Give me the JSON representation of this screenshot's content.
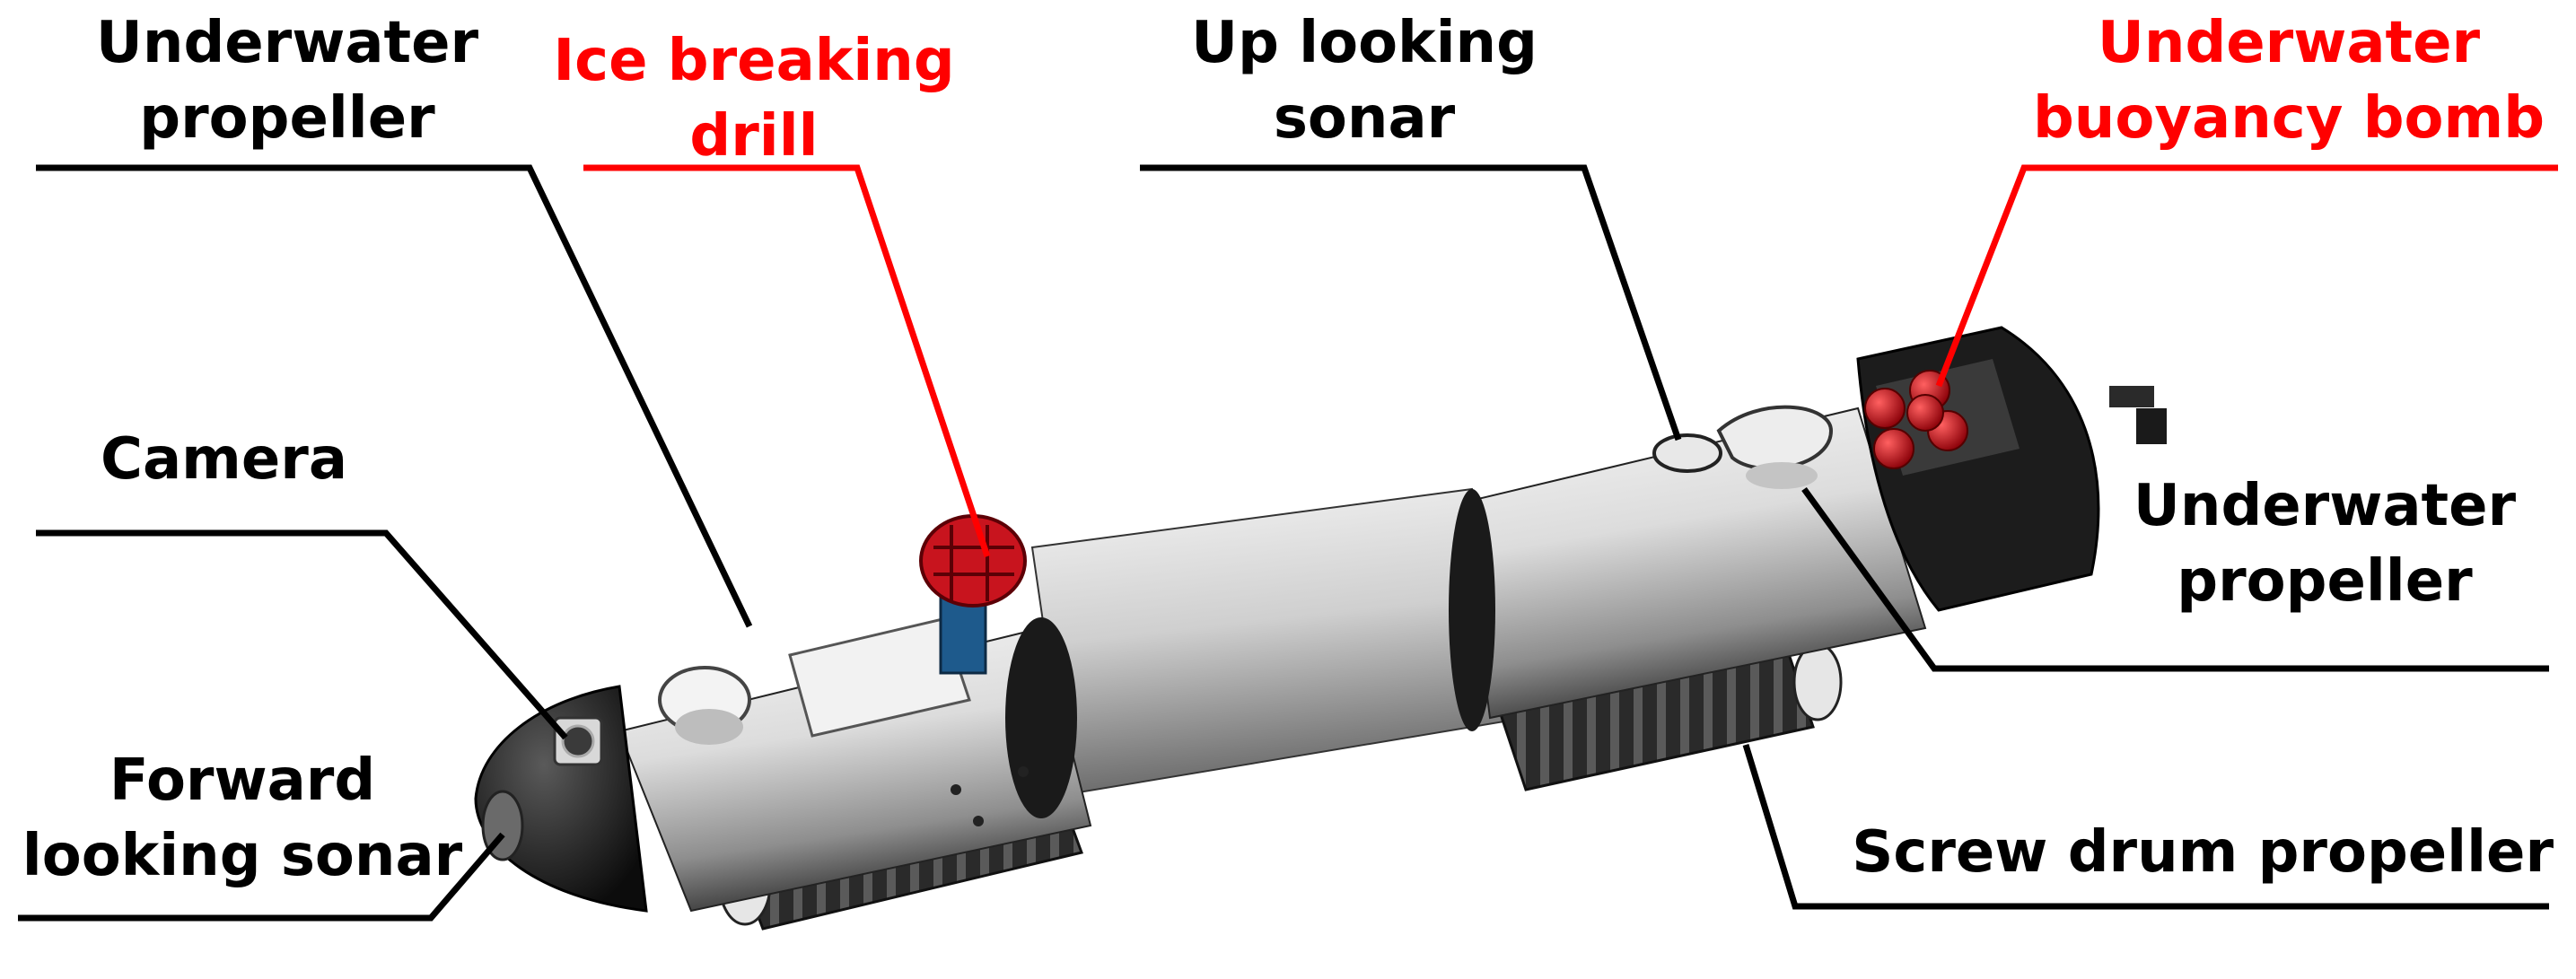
{
  "colors": {
    "black": "#000000",
    "red": "#ff0000",
    "body": "#dcdcdc",
    "dark": "#1c1c1c",
    "accent_red": "#c8141e",
    "blue": "#1e5a8c"
  },
  "labels": {
    "underwater_propeller_left": [
      "Underwater",
      "propeller"
    ],
    "ice_breaking_drill": [
      "Ice breaking",
      "drill"
    ],
    "up_looking_sonar": [
      "Up looking",
      "sonar"
    ],
    "underwater_buoyancy_bomb": [
      "Underwater",
      "buoyancy bomb"
    ],
    "camera": [
      "Camera"
    ],
    "underwater_propeller_right": [
      "Underwater",
      "propeller"
    ],
    "forward_looking_sonar": [
      "Forward",
      "looking sonar"
    ],
    "screw_drum_propeller": [
      "Screw drum propeller"
    ]
  }
}
